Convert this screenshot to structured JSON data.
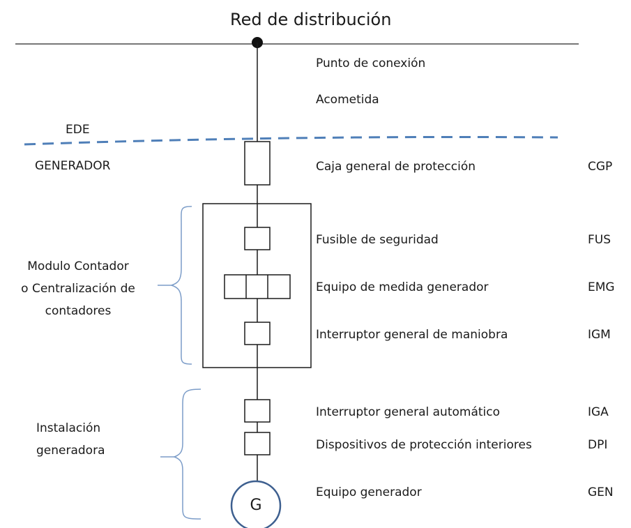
{
  "title": "Red de distribución",
  "labels": {
    "punto_conexion": "Punto de conexión",
    "acometida": "Acometida",
    "ede": "EDE",
    "generador": "GENERADOR",
    "modulo_line1": "Modulo Contador",
    "modulo_line2": "o Centralización de",
    "modulo_line3": "contadores",
    "instalacion_line1": "Instalación",
    "instalacion_line2": "generadora",
    "generator_symbol": "G"
  },
  "components": [
    {
      "name": "Caja general de protección",
      "code": "CGP"
    },
    {
      "name": "Fusible de seguridad",
      "code": "FUS"
    },
    {
      "name": "Equipo de medida generador",
      "code": "EMG"
    },
    {
      "name": "Interruptor general de maniobra",
      "code": "IGM"
    },
    {
      "name": "Interruptor general automático",
      "code": "IGA"
    },
    {
      "name": "Dispositivos de protección interiores",
      "code": "DPI"
    },
    {
      "name": "Equipo generador",
      "code": "GEN"
    }
  ],
  "colors": {
    "line": "#1a1a1a",
    "boundary_dash": "#4f7fb8",
    "bracket": "#7b9cc8",
    "generator_circle": "#3d5f8f"
  }
}
